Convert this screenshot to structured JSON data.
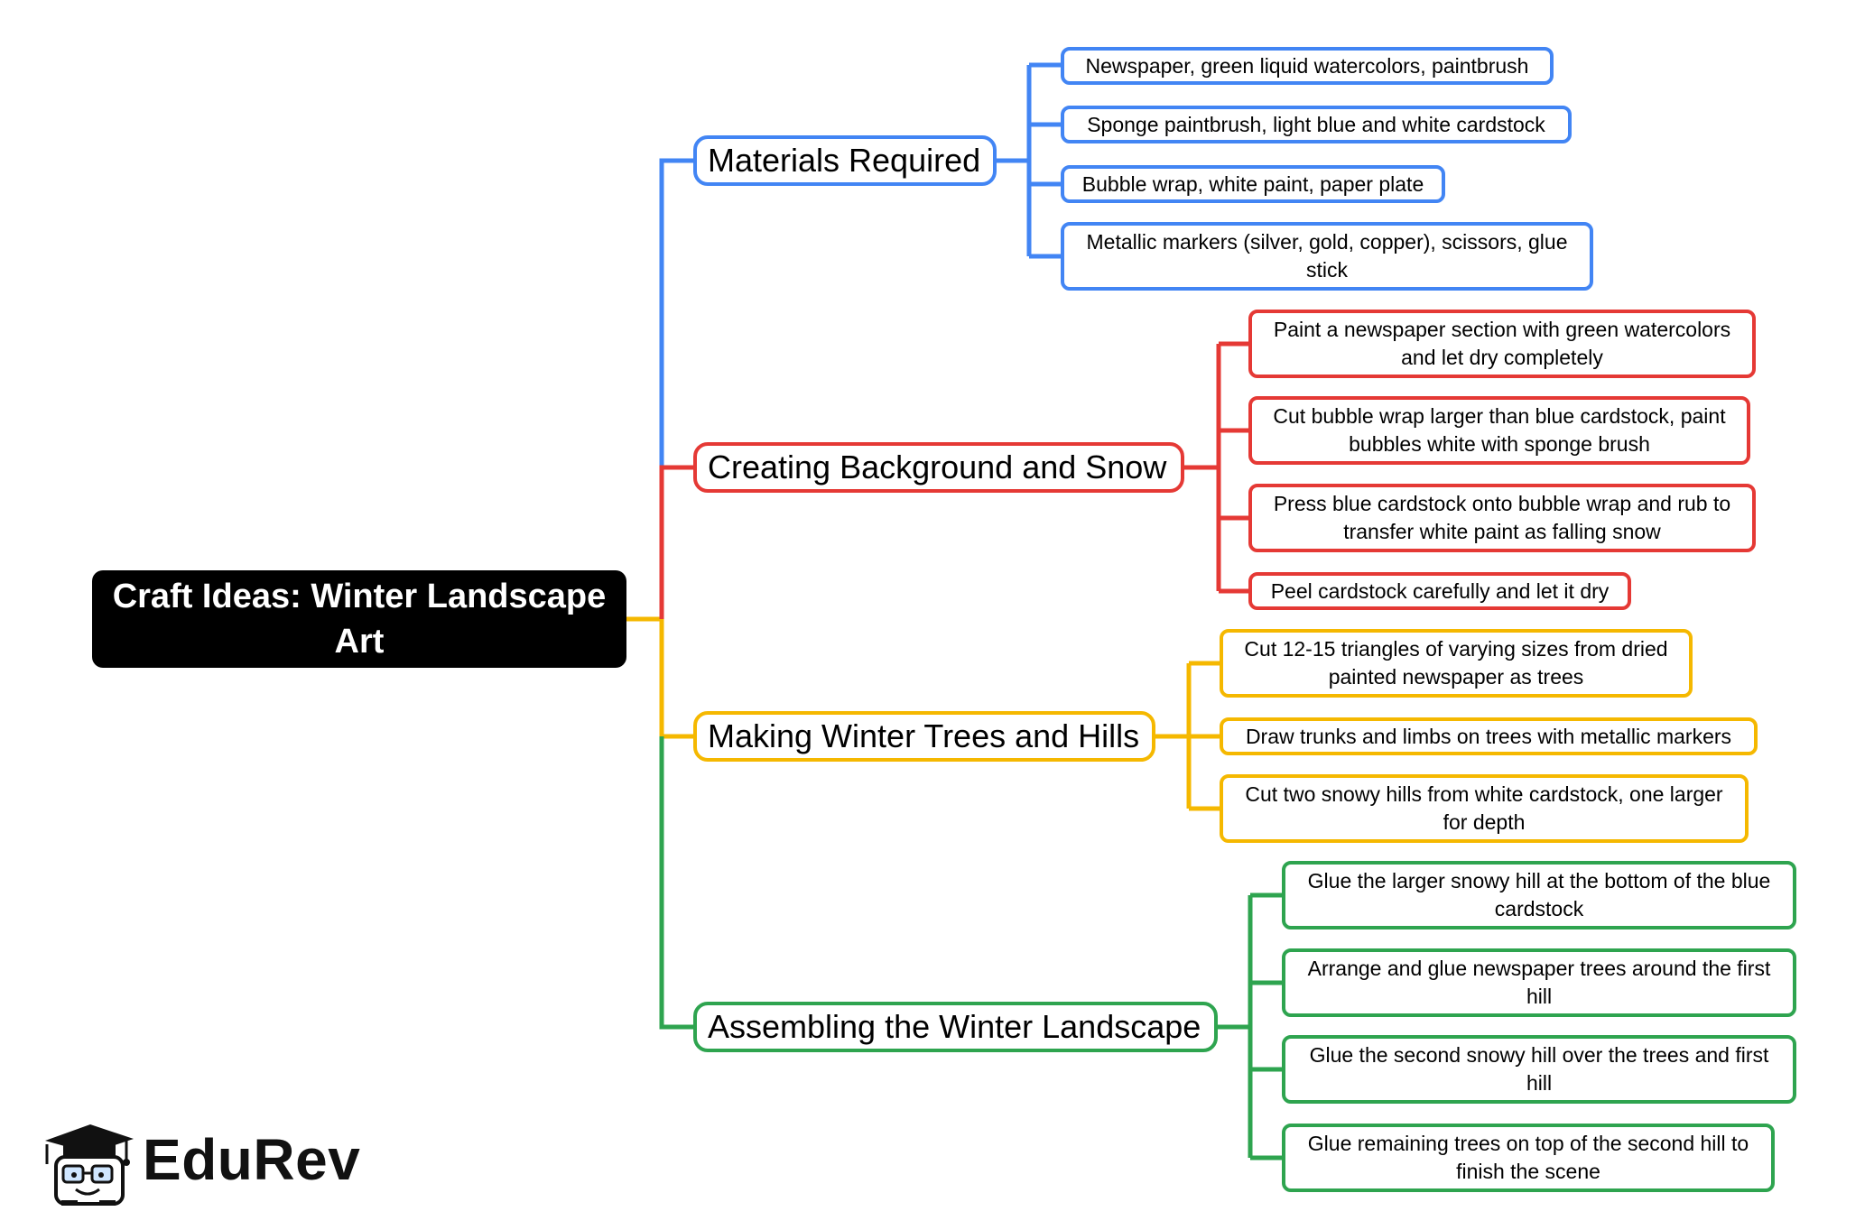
{
  "root": {
    "label": "Craft Ideas: Winter Landscape Art"
  },
  "colors": {
    "blue": "#4285f4",
    "red": "#e53935",
    "yellow": "#f5b800",
    "green": "#2ea44f"
  },
  "branches": [
    {
      "label": "Materials Required",
      "color": "blue",
      "items": [
        "Newspaper, green liquid watercolors, paintbrush",
        "Sponge paintbrush, light blue and white cardstock",
        "Bubble wrap, white paint, paper plate",
        "Metallic markers (silver, gold, copper), scissors, glue stick"
      ]
    },
    {
      "label": "Creating Background and Snow",
      "color": "red",
      "items": [
        "Paint a newspaper section with green watercolors and let dry completely",
        "Cut bubble wrap larger than blue cardstock, paint bubbles white with sponge brush",
        "Press blue cardstock onto bubble wrap and rub to transfer white paint as falling snow",
        "Peel cardstock carefully and let it dry"
      ]
    },
    {
      "label": "Making Winter Trees and Hills",
      "color": "yellow",
      "items": [
        "Cut 12-15 triangles of varying sizes from dried painted newspaper as trees",
        "Draw trunks and limbs on trees with metallic markers",
        "Cut two snowy hills from white cardstock, one larger for depth"
      ]
    },
    {
      "label": "Assembling the Winter Landscape",
      "color": "green",
      "items": [
        "Glue the larger snowy hill at the bottom of the blue cardstock",
        "Arrange and glue newspaper trees around the first hill",
        "Glue the second snowy hill over the trees and first hill",
        "Glue remaining trees on top of the second hill to finish the scene"
      ]
    }
  ],
  "logo": {
    "text": "EduRev",
    "icon": "graduation-cap-mascot-icon"
  }
}
